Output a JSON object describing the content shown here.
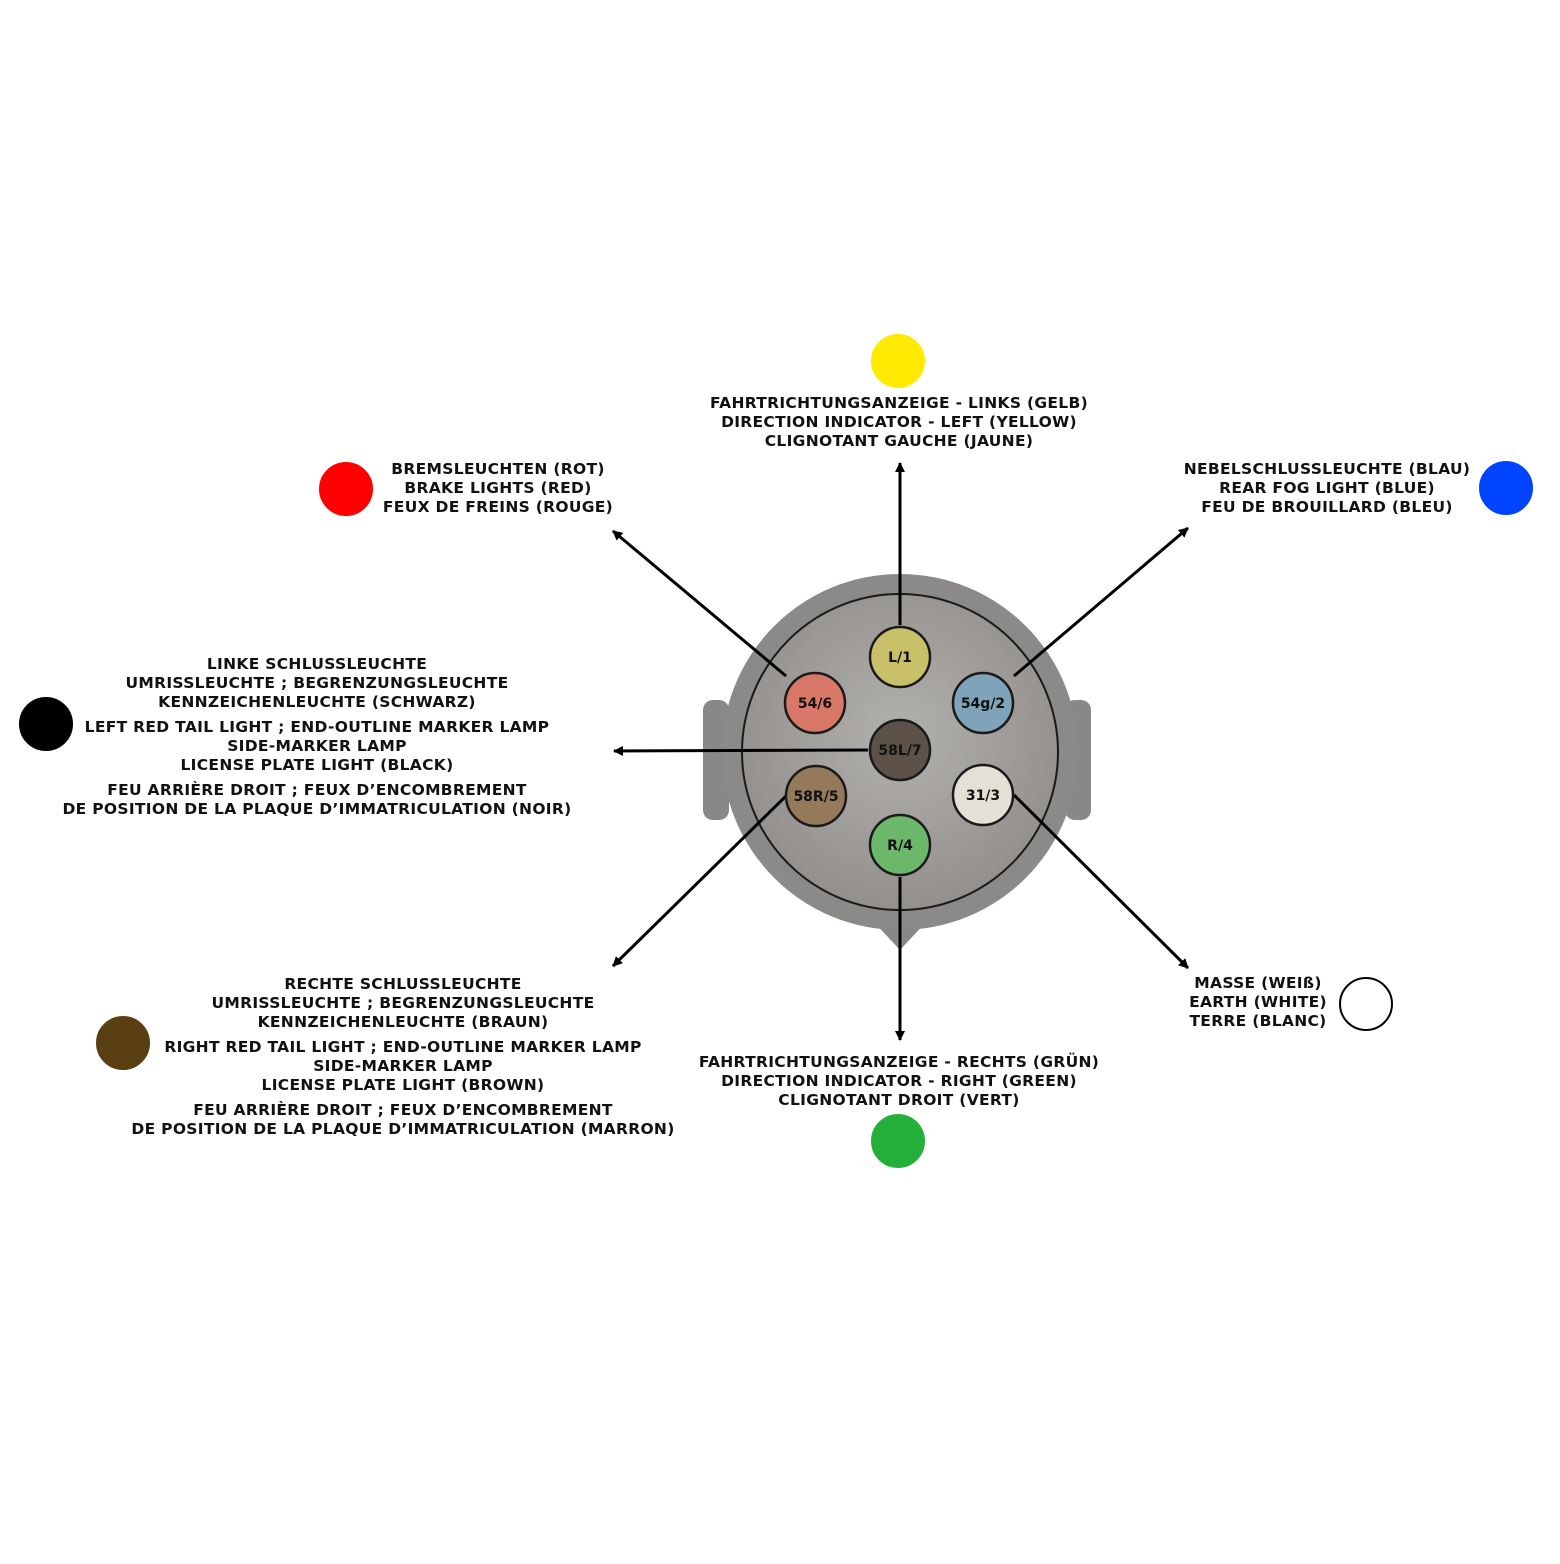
{
  "pins": [
    {
      "id": "L/1",
      "fill": "#c9c06a",
      "wire": "#ffea00",
      "lines": [
        "FAHRTRICHTUNGSANZEIGE - LINKS (GELB)",
        "DIRECTION INDICATOR - LEFT (YELLOW)",
        "CLIGNOTANT GAUCHE (JAUNE)"
      ]
    },
    {
      "id": "54/6",
      "fill": "#d87868",
      "wire": "#ff0000",
      "lines": [
        "BREMSLEUCHTEN (ROT)",
        "BRAKE LIGHTS (RED)",
        "FEUX DE FREINS (ROUGE)"
      ]
    },
    {
      "id": "54g/2",
      "fill": "#7fa3b8",
      "wire": "#0044ff",
      "lines": [
        "NEBELSCHLUSSLEUCHTE (BLAU)",
        "REAR FOG LIGHT (BLUE)",
        "FEU DE BROUILLARD (BLEU)"
      ]
    },
    {
      "id": "58L/7",
      "fill": "#5c5248",
      "wire": "#000000",
      "lines": [
        "LINKE SCHLUSSLEUCHTE",
        "UMRISSLEUCHTE ; BEGRENZUNGSLEUCHTE",
        "KENNZEICHENLEUCHTE (SCHWARZ)",
        "LEFT RED TAIL LIGHT ; END-OUTLINE MARKER LAMP",
        "SIDE-MARKER LAMP",
        "LICENSE PLATE LIGHT (BLACK)",
        "FEU ARRIÈRE DROIT ; FEUX D’ENCOMBREMENT",
        "DE POSITION DE LA PLAQUE D’IMMATRICULATION (NOIR)"
      ]
    },
    {
      "id": "58R/5",
      "fill": "#94795a",
      "wire": "#5a3f12",
      "lines": [
        "RECHTE SCHLUSSLEUCHTE",
        "UMRISSLEUCHTE ; BEGRENZUNGSLEUCHTE",
        "KENNZEICHENLEUCHTE (BRAUN)",
        "RIGHT RED TAIL LIGHT ; END-OUTLINE MARKER LAMP",
        "SIDE-MARKER LAMP",
        "LICENSE PLATE LIGHT (BROWN)",
        "FEU ARRIÈRE DROIT ; FEUX D’ENCOMBREMENT",
        "DE POSITION DE LA PLAQUE D’IMMATRICULATION (MARRON)"
      ]
    },
    {
      "id": "31/3",
      "fill": "#e4e0d6",
      "wire": "#ffffff",
      "lines": [
        "MASSE (WEIß)",
        "EARTH (WHITE)",
        "TERRE (BLANC)"
      ]
    },
    {
      "id": "R/4",
      "fill": "#6cb86a",
      "wire": "#22b03a",
      "lines": [
        "FAHRTRICHTUNGSANZEIGE - RECHTS (GRÜN)",
        "DIRECTION INDICATOR - RIGHT (GREEN)",
        "CLIGNOTANT DROIT (VERT)"
      ]
    }
  ]
}
